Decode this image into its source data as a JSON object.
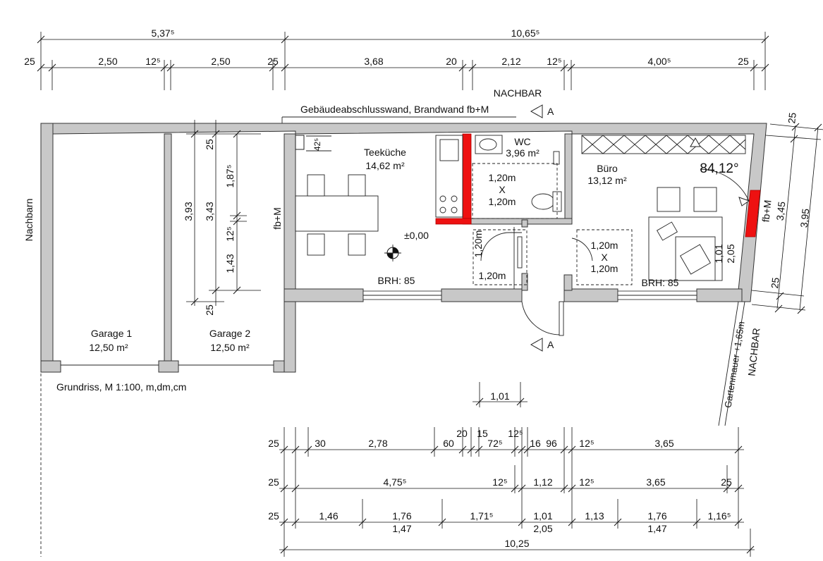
{
  "labels": {
    "nachbar_top": "NACHBAR",
    "nachbar_right": "NACHBAR",
    "nachbarn_left": "Nachbarn",
    "firewall": "Gebäudeabschlusswand, Brandwand fb+M",
    "fbm": "fb+M",
    "section": "A",
    "legend": "Grundriss, M 1:100, m,dm,cm",
    "angle": "84,12°",
    "gartenmauer": "Gartenmauer +1,65m",
    "zero": "±0,00",
    "brh": "BRH: 85"
  },
  "rooms": {
    "teekueche": {
      "name": "Teeküche",
      "area": "14,62 m²"
    },
    "wc": {
      "name": "WC",
      "area": "3,96 m²"
    },
    "buero": {
      "name": "Büro",
      "area": "13,12 m²"
    },
    "garage1": {
      "name": "Garage 1",
      "area": "12,50 m²"
    },
    "garage2": {
      "name": "Garage 2",
      "area": "12,50 m²"
    }
  },
  "turning_circle": {
    "w": "1,20m",
    "x": "X",
    "h": "1,20m"
  },
  "dims": {
    "top_total_left": "5,37⁵",
    "top_total_right": "10,65⁵",
    "top_row": [
      "25",
      "2,50",
      "12⁵",
      "2,50",
      "25",
      "3,68",
      "20",
      "2,12",
      "12⁵",
      "4,00⁵",
      "25"
    ],
    "left_vertical": [
      "3,93",
      "3,43",
      "1,87⁵",
      "12⁵",
      "1,43",
      "25",
      "25"
    ],
    "wall_42": "42⁵",
    "right_vertical": [
      "25",
      "3,45",
      "3,95",
      "25"
    ],
    "buero_small": [
      "1,01",
      "2,05"
    ],
    "door_101": "1,01",
    "bottom_row1": [
      "25",
      "30",
      "2,78",
      "60",
      "20",
      "15",
      "72⁵",
      "12⁵",
      "16",
      "96",
      "12⁵",
      "3,65"
    ],
    "bottom_row2": [
      "25",
      "4,75⁵",
      "12⁵",
      "1,12",
      "12⁵",
      "3,65",
      "25"
    ],
    "bottom_row3_top": [
      "25",
      "1,46",
      "1,76",
      "1,71⁵",
      "1,01",
      "1,13",
      "1,76",
      "1,16⁵"
    ],
    "bottom_row3_bottom": [
      "1,47",
      "2,05",
      "1,47"
    ],
    "bottom_total": "10,25"
  }
}
